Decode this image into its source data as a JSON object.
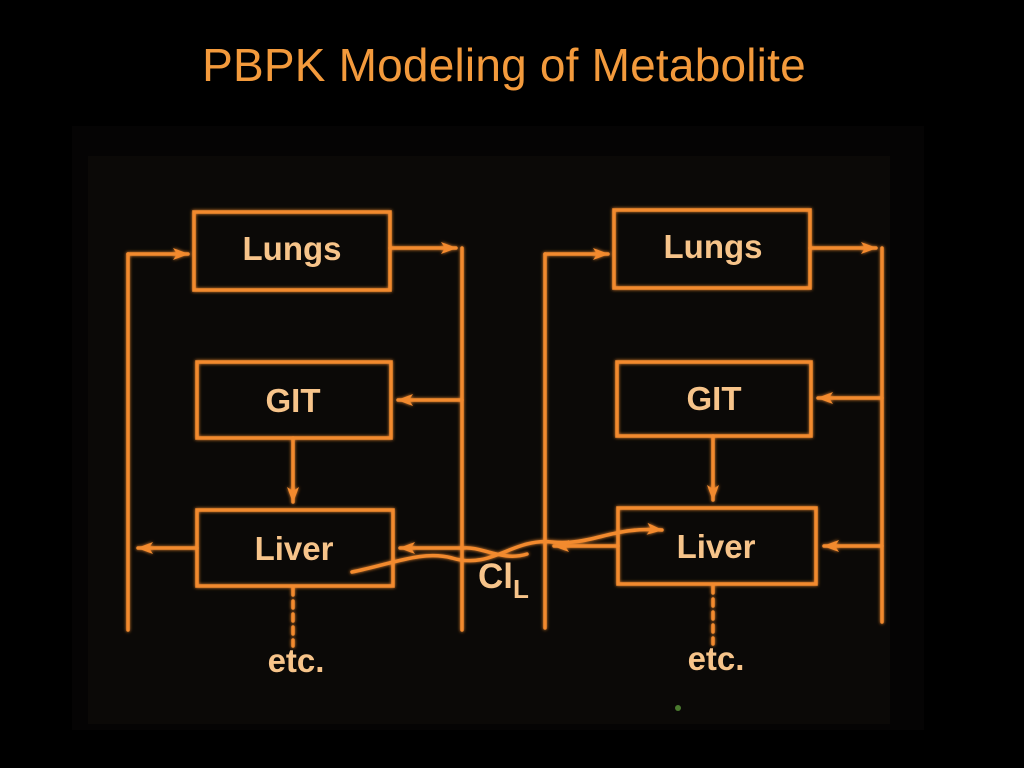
{
  "slide": {
    "title": "PBPK Modeling of Metabolite"
  },
  "diagram": {
    "colors": {
      "background": "#000000",
      "title": "#f39a3c",
      "stroke": "#f28a2e",
      "label": "#f7c48a",
      "photo_panel": "#0b0907"
    },
    "left_model": {
      "lungs_label": "Lungs",
      "git_label": "GIT",
      "liver_label": "Liver",
      "etc_label": "etc."
    },
    "right_model": {
      "lungs_label": "Lungs",
      "git_label": "GIT",
      "liver_label": "Liver",
      "etc_label": "etc."
    },
    "link": {
      "clearance_main": "Cl",
      "clearance_sub": "L"
    }
  }
}
